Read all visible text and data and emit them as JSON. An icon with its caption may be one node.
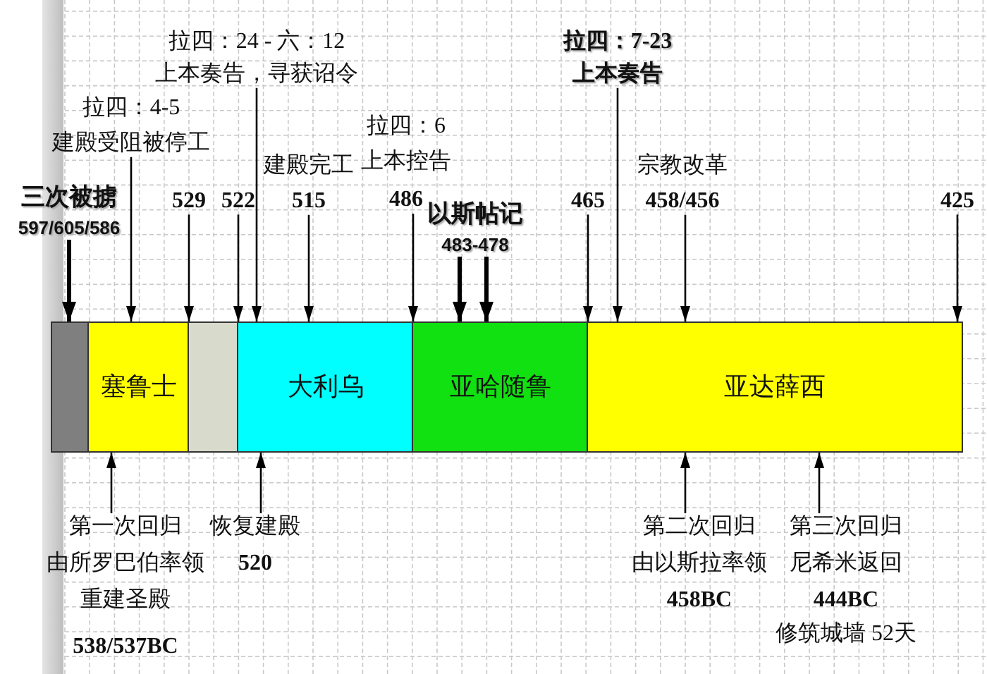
{
  "diagram": {
    "nodes": [
      {
        "text": [
          "三次被掳",
          "597/605/586"
        ]
      },
      {
        "text": [
          "拉四：4-5",
          "建殿受阻被停工"
        ]
      },
      {
        "text": [
          "529"
        ]
      },
      {
        "text": [
          "522"
        ]
      },
      {
        "text": [
          "拉四：24 - 六：12",
          "上本奏告，寻获诏令"
        ]
      },
      {
        "text": [
          "建殿完工",
          "515"
        ]
      },
      {
        "text": [
          "拉四：6",
          "上本控告",
          "486"
        ]
      },
      {
        "text": [
          "以斯帖记",
          "483-478"
        ]
      },
      {
        "text": [
          "465"
        ]
      },
      {
        "text": [
          "拉四：7-23",
          "上本奏告"
        ]
      },
      {
        "text": [
          "宗教改革",
          "458/456"
        ]
      },
      {
        "text": [
          "425"
        ]
      },
      {
        "text": [],
        "shape": "bar"
      },
      {
        "text": [
          "塞鲁士"
        ]
      },
      {
        "text": [],
        "shape": "bar"
      },
      {
        "text": [
          "大利乌"
        ]
      },
      {
        "text": [
          "亚哈随鲁"
        ]
      },
      {
        "text": [
          "亚达薛西"
        ]
      },
      {
        "text": [
          "第一次回归",
          "由所罗巴伯率领",
          "重建圣殿",
          "538/537BC"
        ]
      },
      {
        "text": [
          "恢复建殿",
          "520"
        ]
      },
      {
        "text": [
          "第二次回归",
          "由以斯拉率领",
          "458BC"
        ]
      },
      {
        "text": [
          "第三次回归",
          "尼希米返回",
          "444BC",
          "修筑城墙 52天"
        ]
      }
    ],
    "edges": [
      {
        "from": 0,
        "to": 12,
        "arrow": "to",
        "style": "thick"
      },
      {
        "from": 1,
        "to": 13,
        "arrow": "to"
      },
      {
        "from": 2,
        "to": 14,
        "arrow": "to"
      },
      {
        "from": 3,
        "to": 15,
        "arrow": "to"
      },
      {
        "from": 4,
        "to": 15,
        "arrow": "to"
      },
      {
        "from": 5,
        "to": 15,
        "arrow": "to"
      },
      {
        "from": 6,
        "to": 16,
        "arrow": "to"
      },
      {
        "from": 7,
        "to": 16,
        "arrow": "to",
        "style": "thick"
      },
      {
        "from": 7,
        "to": 16,
        "arrow": "to",
        "style": "thick"
      },
      {
        "from": 8,
        "to": 17,
        "arrow": "to"
      },
      {
        "from": 9,
        "to": 17,
        "arrow": "to"
      },
      {
        "from": 10,
        "to": 17,
        "arrow": "to"
      },
      {
        "from": 11,
        "to": 17,
        "arrow": "to"
      },
      {
        "from": 18,
        "to": 13,
        "arrow": "to"
      },
      {
        "from": 19,
        "to": 15,
        "arrow": "to"
      },
      {
        "from": 20,
        "to": 17,
        "arrow": "to"
      },
      {
        "from": 21,
        "to": 17,
        "arrow": "to"
      }
    ]
  }
}
